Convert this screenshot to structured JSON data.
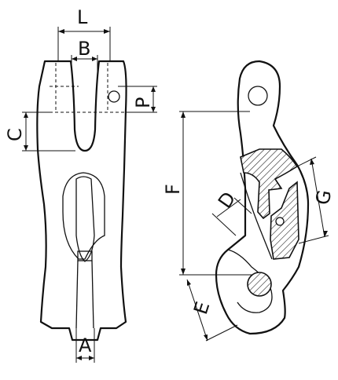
{
  "labels": {
    "L": "L",
    "B": "B",
    "P": "P",
    "C": "C",
    "A": "A",
    "F": "F",
    "D": "D",
    "G": "G",
    "E": "E"
  },
  "colors": {
    "line": "#111111",
    "background": "#ffffff"
  }
}
